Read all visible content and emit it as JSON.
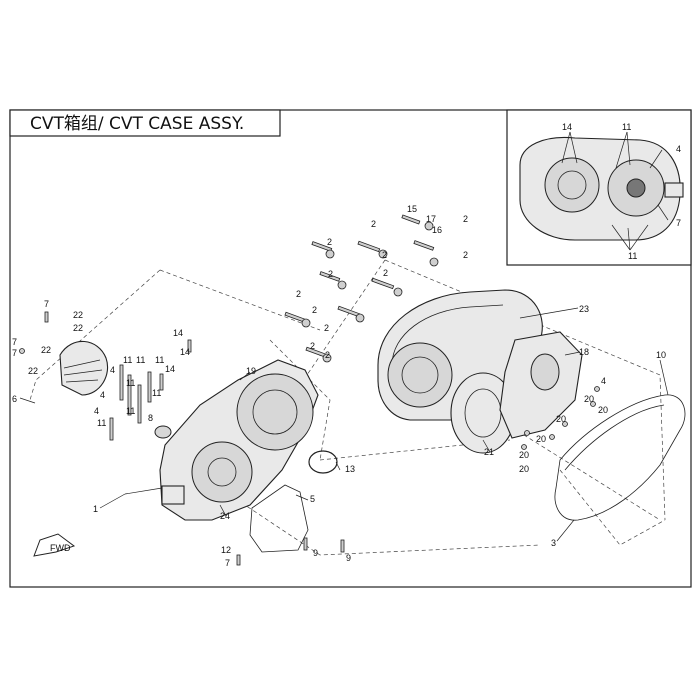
{
  "title": "CVT箱组/ CVT CASE ASSY.",
  "fwd_label": "FWD",
  "callouts": {
    "c1": "1",
    "c2": "2",
    "c3": "3",
    "c4": "4",
    "c5": "5",
    "c6": "6",
    "c7": "7",
    "c8": "8",
    "c9": "9",
    "c10": "10",
    "c11": "11",
    "c12": "12",
    "c13": "13",
    "c14": "14",
    "c15": "15",
    "c16": "16",
    "c17": "17",
    "c18": "18",
    "c19": "19",
    "c20": "20",
    "c21": "21",
    "c22": "22",
    "c23": "23",
    "c24": "24"
  }
}
